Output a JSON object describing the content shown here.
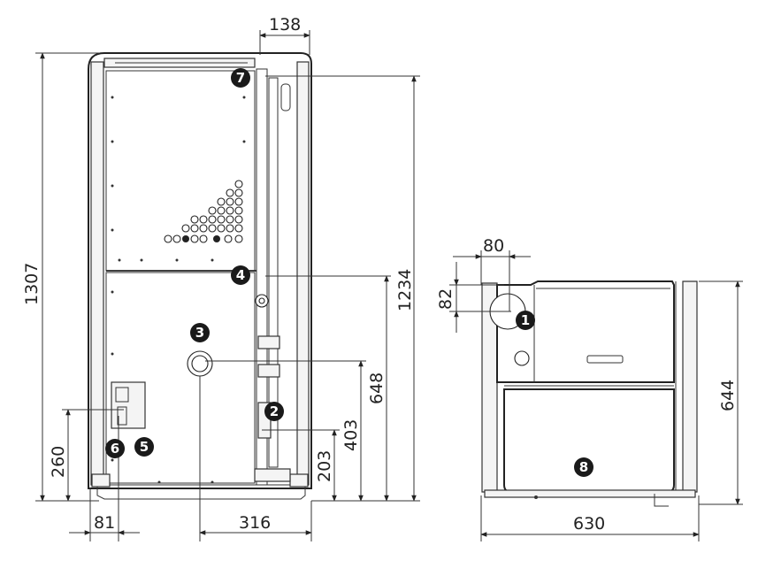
{
  "dimensions": {
    "d138": "138",
    "d1307": "1307",
    "d1234": "1234",
    "d648": "648",
    "d403": "403",
    "d260": "260",
    "d203": "203",
    "d81": "81",
    "d316": "316",
    "d80": "80",
    "d82": "82",
    "d644": "644",
    "d630": "630"
  },
  "callouts": {
    "c1": "1",
    "c2": "2",
    "c3": "3",
    "c4": "4",
    "c5": "5",
    "c6": "6",
    "c7": "7",
    "c8": "8"
  },
  "colors": {
    "line": "#222222",
    "callout_fill": "#1a1a1a",
    "background": "#ffffff"
  }
}
